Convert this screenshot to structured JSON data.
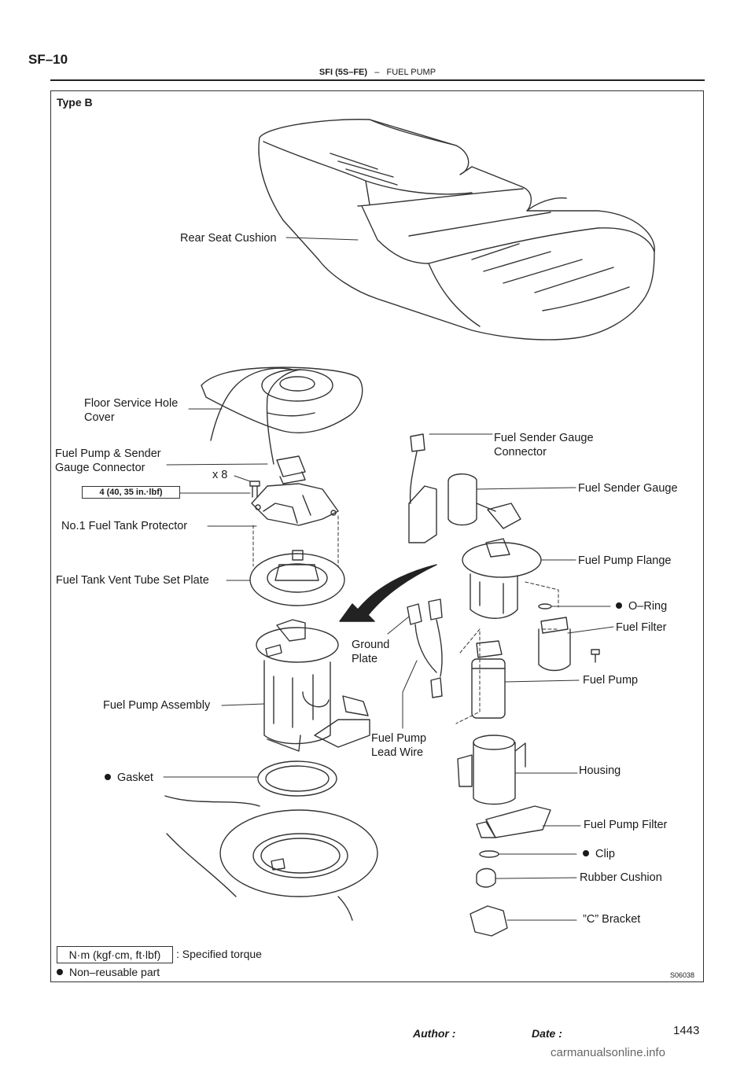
{
  "header": {
    "page_number": "SF–10",
    "section": "SFI (5S–FE)",
    "separator": "–",
    "topic": "FUEL PUMP"
  },
  "diagram": {
    "type_label": "Type B",
    "labels": {
      "rear_seat_cushion": "Rear Seat Cushion",
      "floor_service_hole_cover_1": "Floor Service Hole",
      "floor_service_hole_cover_2": "Cover",
      "fuel_pump_sender_connector_1": "Fuel Pump & Sender",
      "fuel_pump_sender_connector_2": "Gauge Connector",
      "x8": "x 8",
      "torque": "4 (40, 35 in.·lbf)",
      "no1_fuel_tank_protector": "No.1 Fuel Tank Protector",
      "vent_tube_set_plate": "Fuel Tank Vent Tube Set Plate",
      "fuel_pump_assembly": "Fuel Pump Assembly",
      "gasket": "Gasket",
      "ground_plate_1": "Ground",
      "ground_plate_2": "Plate",
      "lead_wire_1": "Fuel Pump",
      "lead_wire_2": "Lead Wire",
      "sender_gauge_connector_1": "Fuel Sender Gauge",
      "sender_gauge_connector_2": "Connector",
      "sender_gauge": "Fuel Sender Gauge",
      "pump_flange": "Fuel Pump Flange",
      "o_ring": "O–Ring",
      "fuel_filter": "Fuel Filter",
      "fuel_pump": "Fuel Pump",
      "housing": "Housing",
      "pump_filter": "Fuel Pump Filter",
      "clip": "Clip",
      "rubber_cushion": "Rubber Cushion",
      "c_bracket": "”C” Bracket"
    }
  },
  "legend": {
    "unit_box": "N·m (kgf·cm, ft·lbf)",
    "unit_meaning": ": Specified torque",
    "non_reusable": "Non–reusable part"
  },
  "figure_code": "S06038",
  "footer": {
    "author": "Author :",
    "date": "Date :",
    "page": "1443",
    "watermark": "carmanualsonline.info"
  }
}
